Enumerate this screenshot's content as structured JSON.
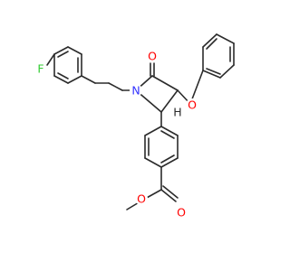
{
  "molecule": {
    "atoms": {
      "fluorine": {
        "symbol": "F",
        "color": "#33cc33"
      },
      "n1": {
        "symbol": "N",
        "color": "#3333ff"
      },
      "o_ketone": {
        "symbol": "O",
        "color": "#ff0000"
      },
      "o_ether": {
        "symbol": "O",
        "color": "#ff0000"
      },
      "h_c3": {
        "symbol": "H",
        "color": "#2b2b2b"
      },
      "o_ester_dbl": {
        "symbol": "O",
        "color": "#ff0000"
      },
      "o_ester_sgl": {
        "symbol": "O",
        "color": "#ff0000"
      }
    },
    "bond_color": "#2b2b2b"
  }
}
